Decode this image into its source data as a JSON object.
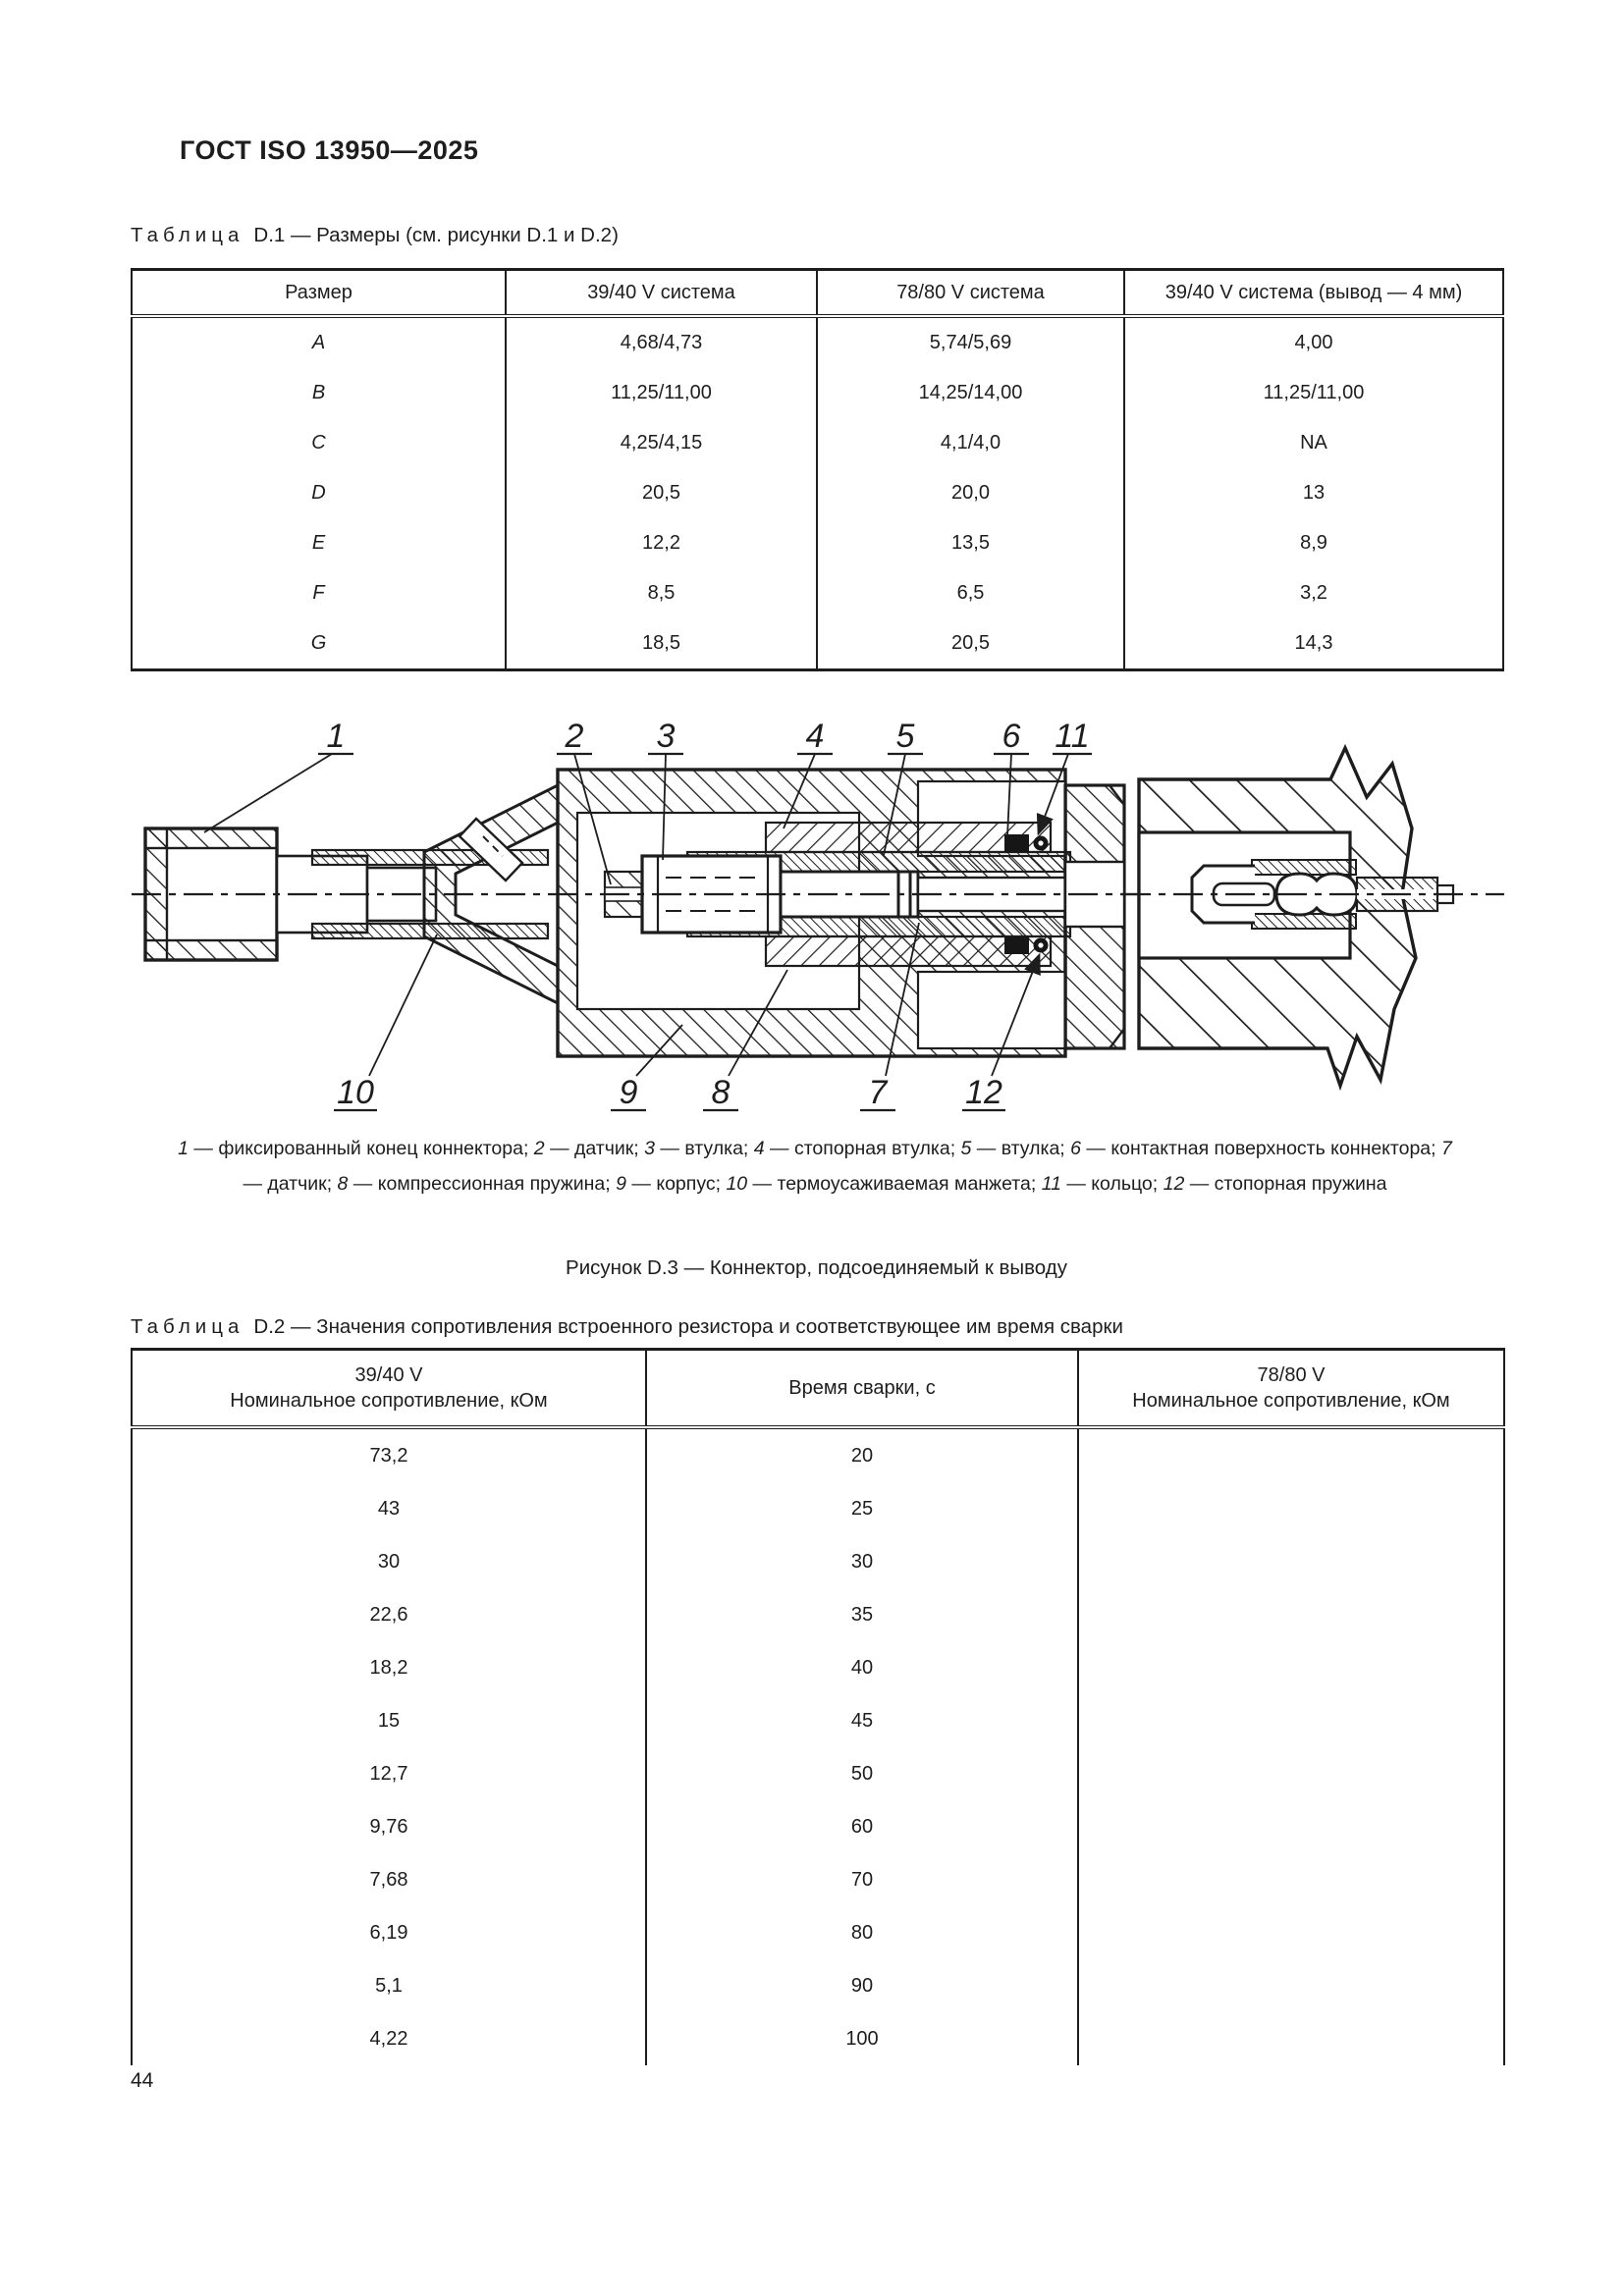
{
  "page": {
    "header": "ГОСТ ISO 13950—2025",
    "page_number": "44"
  },
  "table_d1": {
    "label": "Таблица",
    "title_rest": "D.1 — Размеры (см. рисунки D.1 и D.2)",
    "headers": [
      "Размер",
      "39/40 V система",
      "78/80 V система",
      "39/40 V система (вывод — 4 мм)"
    ],
    "rows": [
      [
        "A",
        "4,68/4,73",
        "5,74/5,69",
        "4,00"
      ],
      [
        "B",
        "11,25/11,00",
        "14,25/14,00",
        "11,25/11,00"
      ],
      [
        "C",
        "4,25/4,15",
        "4,1/4,0",
        "NA"
      ],
      [
        "D",
        "20,5",
        "20,0",
        "13"
      ],
      [
        "E",
        "12,2",
        "13,5",
        "8,9"
      ],
      [
        "F",
        "8,5",
        "6,5",
        "3,2"
      ],
      [
        "G",
        "18,5",
        "20,5",
        "14,3"
      ]
    ]
  },
  "figure": {
    "callouts": [
      "1",
      "2",
      "3",
      "4",
      "5",
      "6",
      "7",
      "8",
      "9",
      "10",
      "11",
      "12"
    ],
    "legend": [
      [
        "1",
        "фиксированный конец коннектора"
      ],
      [
        "2",
        "датчик"
      ],
      [
        "3",
        "втулка"
      ],
      [
        "4",
        "стопорная втулка"
      ],
      [
        "5",
        "втулка"
      ],
      [
        "6",
        "контактная поверхность коннектора"
      ],
      [
        "7",
        "датчик"
      ],
      [
        "8",
        "компрессионная пружина"
      ],
      [
        "9",
        "корпус"
      ],
      [
        "10",
        "термоусаживаемая манжета"
      ],
      [
        "11",
        "кольцо"
      ],
      [
        "12",
        "стопорная пружина"
      ]
    ],
    "caption": "Рисунок D.3 — Коннектор, подсоединяемый к выводу"
  },
  "table_d2": {
    "label": "Таблица",
    "title_rest": "D.2 — Значения сопротивления встроенного резистора и соответствующее им время сварки",
    "headers": [
      [
        "39/40 V",
        "Номинальное сопротивление, кОм"
      ],
      [
        "Время сварки, с",
        ""
      ],
      [
        "78/80 V",
        "Номинальное сопротивление, кОм"
      ]
    ],
    "rows": [
      [
        "73,2",
        "20",
        ""
      ],
      [
        "43",
        "25",
        ""
      ],
      [
        "30",
        "30",
        ""
      ],
      [
        "22,6",
        "35",
        ""
      ],
      [
        "18,2",
        "40",
        ""
      ],
      [
        "15",
        "45",
        ""
      ],
      [
        "12,7",
        "50",
        ""
      ],
      [
        "9,76",
        "60",
        ""
      ],
      [
        "7,68",
        "70",
        ""
      ],
      [
        "6,19",
        "80",
        ""
      ],
      [
        "5,1",
        "90",
        ""
      ],
      [
        "4,22",
        "100",
        ""
      ]
    ]
  }
}
